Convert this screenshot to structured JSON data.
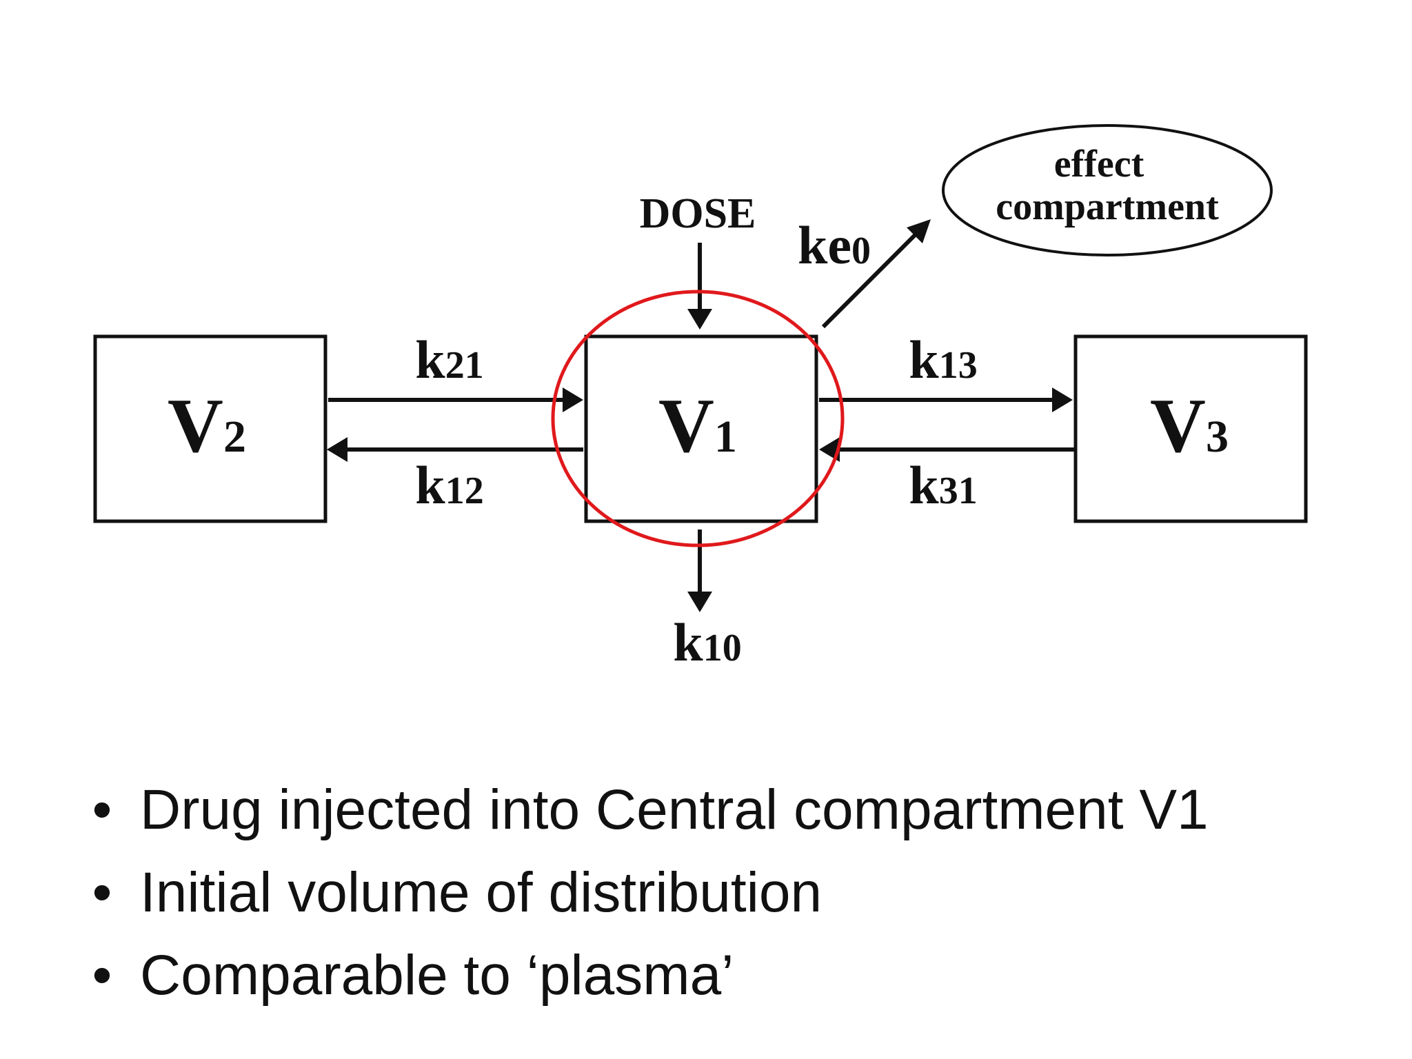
{
  "diagram": {
    "compartments": {
      "v2": {
        "main": "V",
        "sub": "2"
      },
      "v1": {
        "main": "V",
        "sub": "1"
      },
      "v3": {
        "main": "V",
        "sub": "3"
      }
    },
    "rates": {
      "k21": {
        "main": "k",
        "sub": "21"
      },
      "k12": {
        "main": "k",
        "sub": "12"
      },
      "k13": {
        "main": "k",
        "sub": "13"
      },
      "k31": {
        "main": "k",
        "sub": "31"
      },
      "k10": {
        "main": "k",
        "sub": "10"
      },
      "ke0": {
        "main": "ke",
        "sub": "0"
      }
    },
    "dose_label": "DOSE",
    "effect_compartment": {
      "line1": "effect",
      "line2": "compartment"
    },
    "highlight_color": "#e0191c"
  },
  "bullets": [
    "Drug injected into Central compartment V1",
    "Initial volume of distribution",
    "Comparable to ‘plasma’"
  ]
}
